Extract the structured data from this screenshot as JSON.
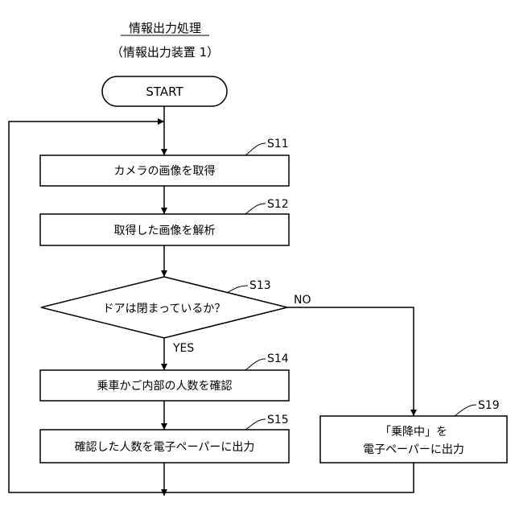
{
  "title": "情報出力処理",
  "subtitle": "（情報出力装置 1）",
  "start_label": "START",
  "steps": {
    "s11": {
      "id": "S11",
      "label": "カメラの画像を取得"
    },
    "s12": {
      "id": "S12",
      "label": "取得した画像を解析"
    },
    "s13": {
      "id": "S13",
      "label": "ドアは閉まっているか？"
    },
    "s14": {
      "id": "S14",
      "label": "乗車かご内部の人数を確認"
    },
    "s15": {
      "id": "S15",
      "label": "確認した人数を電子ペーパーに出力"
    },
    "s19": {
      "id": "S19",
      "line1": "「乗降中」を",
      "line2": "電子ペーパーに出力"
    }
  },
  "branches": {
    "yes": "YES",
    "no": "NO"
  }
}
